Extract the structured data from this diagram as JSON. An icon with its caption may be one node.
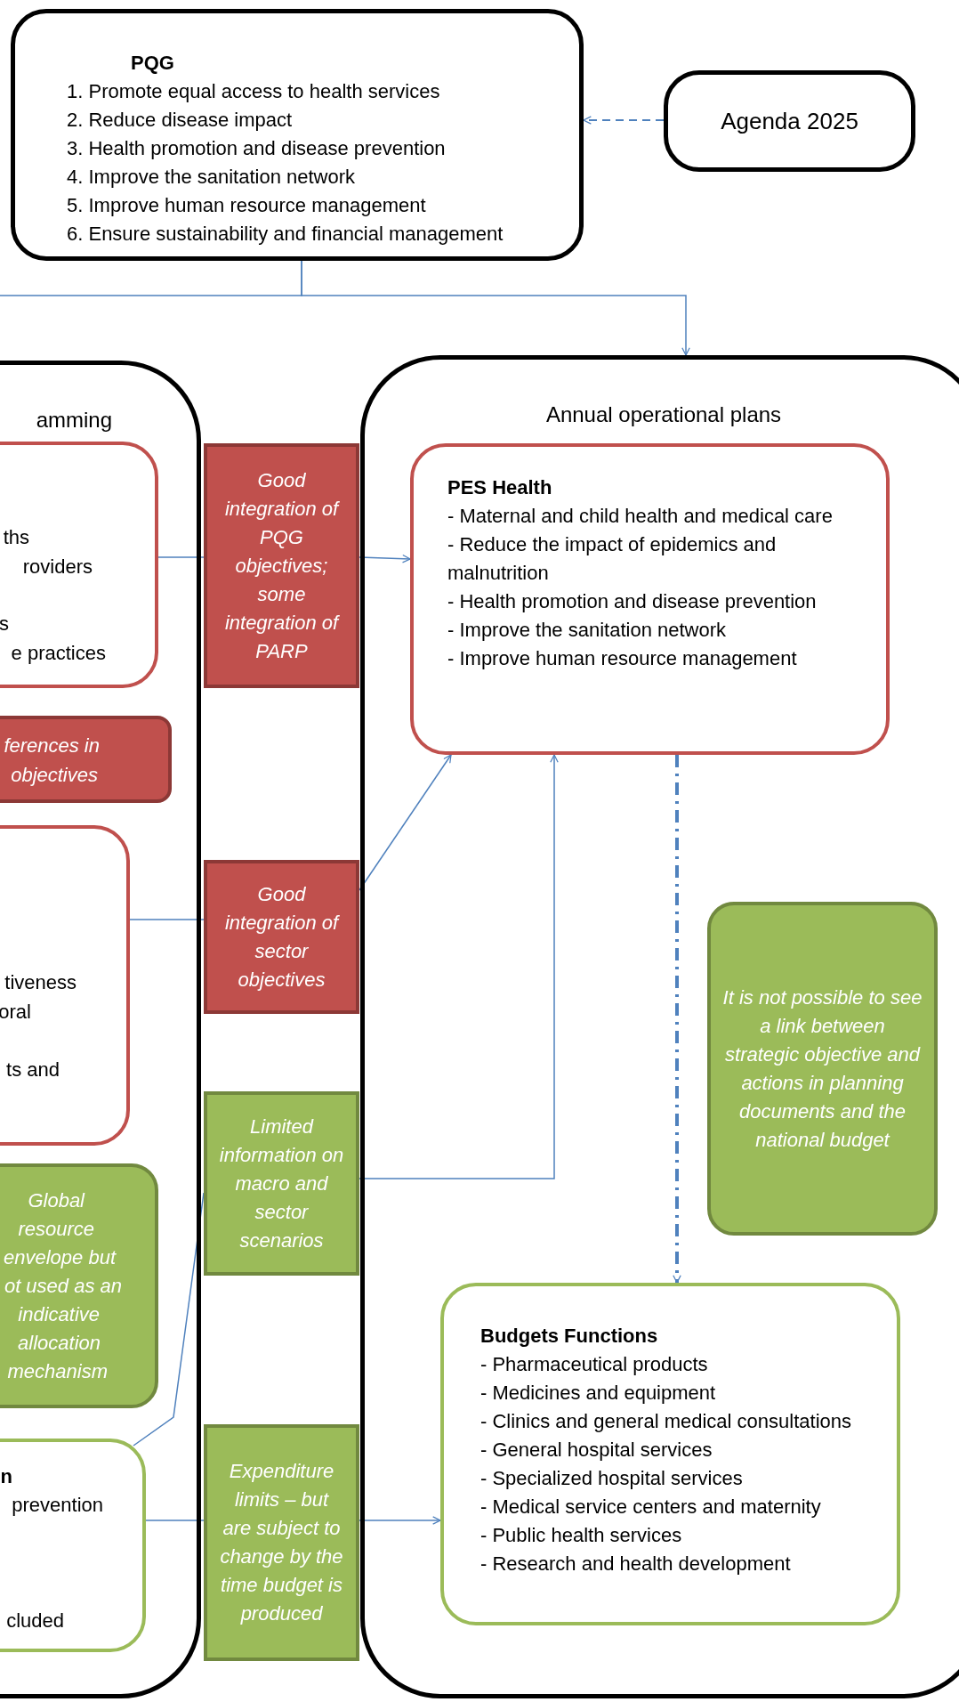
{
  "diagram": {
    "nodes": [
      {
        "text": [
          "PQG",
          "1. Promote equal access to health services",
          "2. Reduce disease impact",
          "3. Health promotion and disease prevention",
          "4. Improve the sanitation network",
          "5. Improve human resource management",
          "6. Ensure sustainability and financial management"
        ]
      },
      {
        "text": [
          "Agenda 2025"
        ]
      },
      {
        "text": [
          "amming"
        ]
      },
      {
        "text": [
          "ths",
          "roviders",
          "s",
          "e practices"
        ],
        "in": 2
      },
      {
        "text": [
          "ferences in",
          "objectives"
        ],
        "in": 2
      },
      {
        "text": [
          "tiveness",
          "oral",
          "ts and"
        ],
        "in": 2
      },
      {
        "text": [
          "Global",
          "resource",
          "envelope but",
          "ot used as an",
          "indicative",
          "allocation",
          "mechanism"
        ],
        "in": 2
      },
      {
        "text": [
          "n",
          "prevention",
          "cluded"
        ],
        "in": 2
      },
      {
        "text": [
          "Good integration of PQG objectives; some integration of PARP"
        ]
      },
      {
        "text": [
          "Good integration of sector objectives"
        ]
      },
      {
        "text": [
          "Limited information on macro and sector scenarios"
        ]
      },
      {
        "text": [
          "Expenditure limits – but are subject to change by the time budget is produced"
        ]
      },
      {
        "text": [
          "Annual operational plans"
        ]
      },
      {
        "text": [
          "PES Health",
          "- Maternal and child health and medical care",
          "- Reduce the impact of epidemics and malnutrition",
          "- Health promotion and disease prevention",
          "- Improve the sanitation network",
          "- Improve human resource management"
        ],
        "in": 12
      },
      {
        "text": [
          "It is not possible to see a link between strategic objective and actions in planning documents and the national budget"
        ],
        "in": 12
      },
      {
        "text": [
          "Budgets Functions",
          "- Pharmaceutical products",
          "- Medicines and equipment",
          "- Clinics and general medical consultations",
          "- General hospital services",
          "- Specialized hospital services",
          "- Medical service centers and maternity",
          "- Public health services",
          "- Research and health development"
        ],
        "in": 12
      }
    ],
    "edges": [
      {
        "from": 1,
        "to": 0,
        "arrow": "to",
        "style": "dashed"
      },
      {
        "from": 0,
        "to": 12,
        "arrow": "to"
      },
      {
        "from": 0,
        "to": 2,
        "arrow": "none"
      },
      {
        "from": 3,
        "to": 8,
        "arrow": "none"
      },
      {
        "from": 8,
        "to": 13,
        "arrow": "to"
      },
      {
        "from": 5,
        "to": 9,
        "arrow": "none"
      },
      {
        "from": 9,
        "to": 13,
        "arrow": "to"
      },
      {
        "from": 10,
        "to": 13,
        "arrow": "to"
      },
      {
        "from": 7,
        "to": 10,
        "arrow": "none"
      },
      {
        "from": 7,
        "to": 11,
        "arrow": "none"
      },
      {
        "from": 11,
        "to": 15,
        "arrow": "to"
      },
      {
        "from": 13,
        "to": 15,
        "arrow": "to",
        "style": "dashed"
      }
    ]
  }
}
